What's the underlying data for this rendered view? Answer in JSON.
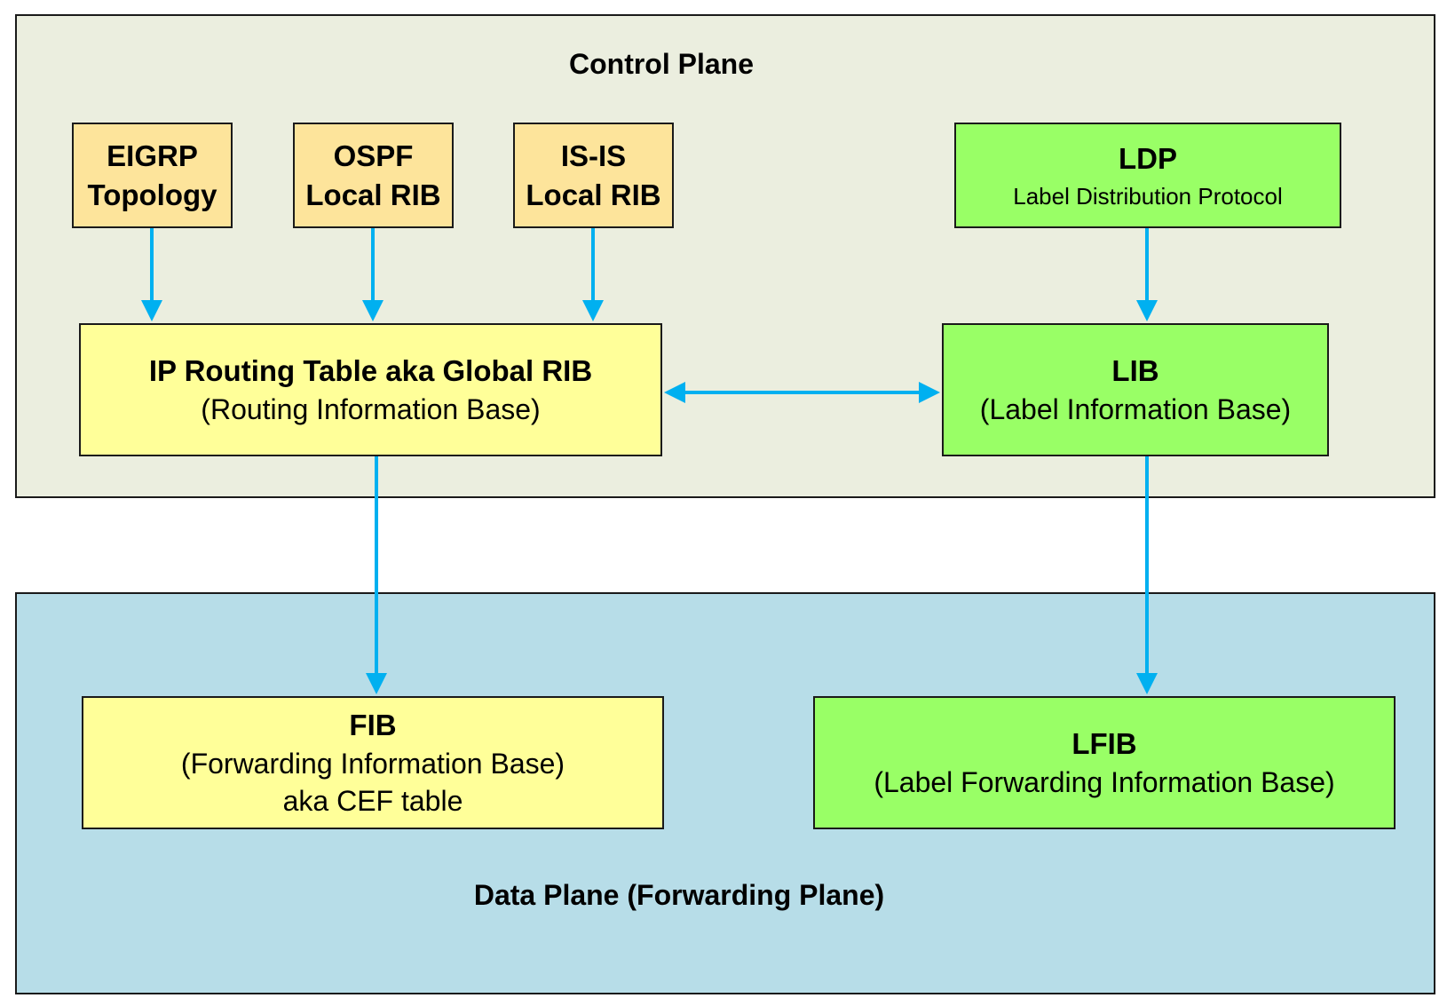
{
  "control_plane": {
    "title": "Control Plane",
    "color": "#ebeedf"
  },
  "data_plane": {
    "title": "Data Plane (Forwarding Plane)",
    "color": "#b7dde8"
  },
  "boxes": {
    "eigrp": {
      "line1": "EIGRP",
      "line2": "Topology"
    },
    "ospf": {
      "line1": "OSPF",
      "line2": "Local RIB"
    },
    "isis": {
      "line1": "IS-IS",
      "line2": "Local RIB"
    },
    "ldp": {
      "line1": "LDP",
      "line2": "Label Distribution Protocol"
    },
    "rib": {
      "line1": "IP Routing Table aka Global RIB",
      "line2": "(Routing Information Base)"
    },
    "lib": {
      "line1": "LIB",
      "line2": "(Label Information Base)"
    },
    "fib": {
      "line1": "FIB",
      "line2": "(Forwarding Information Base)",
      "line3": "aka CEF table"
    },
    "lfib": {
      "line1": "LFIB",
      "line2": "(Label Forwarding Information Base)"
    }
  },
  "colors": {
    "arrow": "#00b0f0",
    "orange_box": "#fde49b",
    "yellow_box": "#ffff99",
    "green_box": "#99ff66"
  }
}
